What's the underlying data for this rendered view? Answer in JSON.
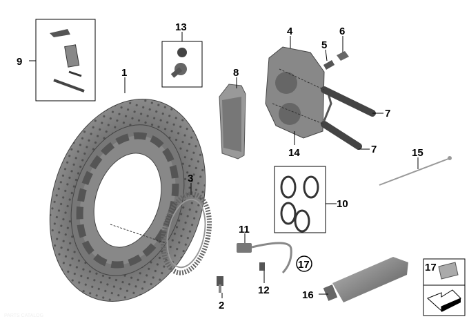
{
  "title": "Front brake parts diagram",
  "callouts": {
    "c1": "1",
    "c2": "2",
    "c3": "3",
    "c4": "4",
    "c5": "5",
    "c6": "6",
    "c7a": "7",
    "c7b": "7",
    "c8": "8",
    "c9": "9",
    "c10": "10",
    "c11": "11",
    "c12": "12",
    "c13": "13",
    "c14": "14",
    "c15": "15",
    "c16": "16",
    "c17": "17"
  },
  "legend_box": {
    "label": "17"
  },
  "watermark": "PARTS CATALOG"
}
